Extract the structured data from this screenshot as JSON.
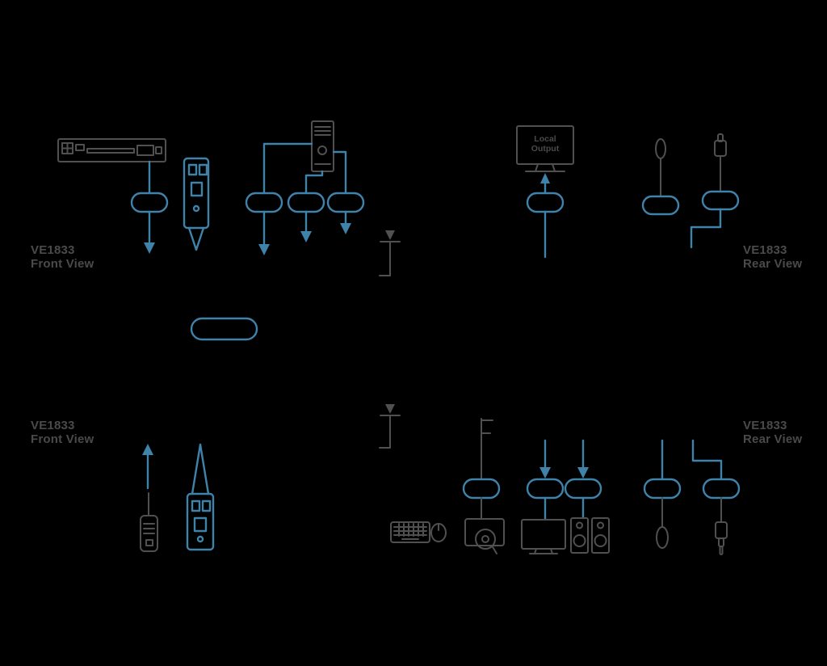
{
  "diagram": {
    "product": "VE1833",
    "type": "installation-diagram",
    "colors": {
      "background": "#000000",
      "line_gray": "#505050",
      "line_blue": "#3f82aa",
      "text_gray": "#4a4a4a"
    },
    "labels": {
      "top_left": {
        "line1": "VE1833",
        "line2": "Front View"
      },
      "top_right": {
        "line1": "VE1833",
        "line2": "Rear View"
      },
      "bottom_left": {
        "line1": "VE1833",
        "line2": "Front View"
      },
      "bottom_right": {
        "line1": "VE1833",
        "line2": "Rear View"
      }
    },
    "local_output_monitor": {
      "line1": "Local",
      "line2": "Output"
    },
    "icons": [
      "front-panel-icon",
      "ir-receiver-unit-icon",
      "computer-tower-icon",
      "ferrite-bead-icon",
      "down-arrow-icon",
      "up-arrow-icon",
      "grounding-symbol-icon",
      "local-output-monitor-icon",
      "cable-loop-icon",
      "audio-jack-plug-icon",
      "cable-pill-icon",
      "remote-control-icon",
      "ir-transmitter-unit-icon",
      "usb-hook-cable-icon",
      "keyboard-icon",
      "mouse-icon",
      "touch-panel-icon",
      "display-monitor-icon",
      "speakers-icon"
    ]
  }
}
